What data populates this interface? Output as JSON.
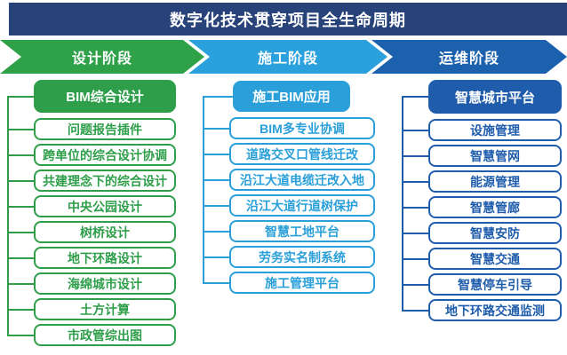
{
  "title": "数字化技术贯穿项目全生命周期",
  "banner_color": "#27437a",
  "phases": [
    {
      "label": "设计阶段",
      "color": "#2fa149"
    },
    {
      "label": "施工阶段",
      "color": "#2aa0dc"
    },
    {
      "label": "运维阶段",
      "color": "#1c61ae"
    }
  ],
  "columns": [
    {
      "header": "BIM综合设计",
      "accent": "#2e9e4a",
      "items": [
        "问题报告插件",
        "跨单位的综合设计协调",
        "共建理念下的综合设计",
        "中央公园设计",
        "树桥设计",
        "地下环路设计",
        "海绵城市设计",
        "土方计算",
        "市政管综出图"
      ]
    },
    {
      "header": "施工BIM应用",
      "accent": "#2a9fd9",
      "items": [
        "BIM多专业协调",
        "道路交叉口管线迁改",
        "沿江大道电缆迁改入地",
        "沿江大道行道树保护",
        "智慧工地平台",
        "劳务实名制系统",
        "施工管理平台"
      ]
    },
    {
      "header": "智慧城市平台",
      "accent": "#1f5dac",
      "items": [
        "设施管理",
        "智慧管网",
        "能源管理",
        "智慧管廊",
        "智慧安防",
        "智慧交通",
        "智慧停车引导",
        "地下环路交通监测"
      ]
    }
  ]
}
